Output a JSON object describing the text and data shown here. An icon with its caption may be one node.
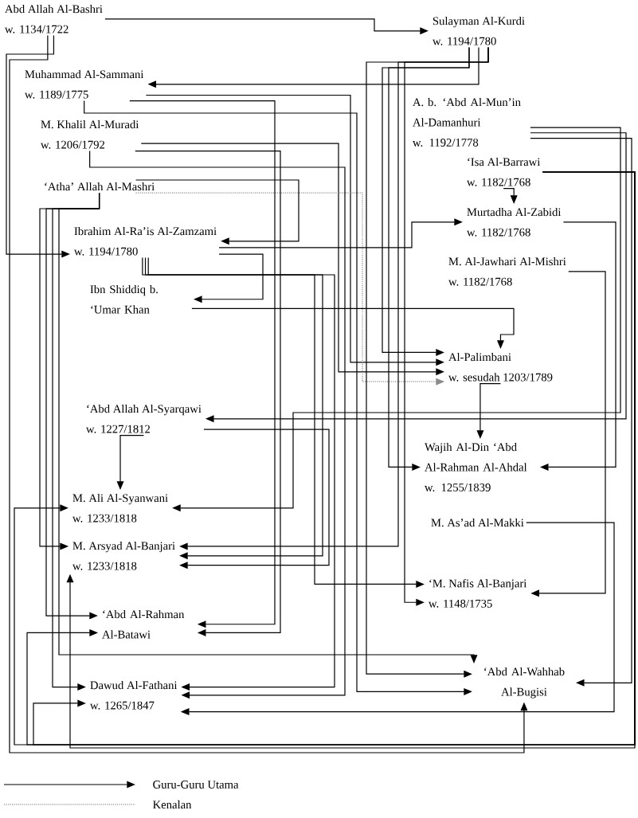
{
  "diagram": {
    "nodes": [
      {
        "text": [
          "Abd Allah Al-Bashri",
          "w. 1134/1722"
        ]
      },
      {
        "text": [
          "Sulayman Al-Kurdi",
          "w. 1194/1780"
        ]
      },
      {
        "text": [
          "Muhammad Al-Sammani",
          "w. 1189/1775"
        ]
      },
      {
        "text": [
          "A. b. ‘Abd Al-Mun’in Al-Damanhuri",
          "w. 1192/1778"
        ]
      },
      {
        "text": [
          "M. Khalil Al-Muradi",
          "w. 1206/1792"
        ]
      },
      {
        "text": [
          "‘Isa Al-Barrawi",
          "w. 1182/1768"
        ]
      },
      {
        "text": [
          "‘Atha’ Allah Al-Mashri"
        ]
      },
      {
        "text": [
          "Murtadha Al-Zabidi",
          "w. 1182/1768"
        ]
      },
      {
        "text": [
          "Ibrahim Al-Ra’is Al-Zamzami",
          "w. 1194/1780"
        ]
      },
      {
        "text": [
          "M. Al-Jawhari Al-Mishri",
          "w. 1182/1768"
        ]
      },
      {
        "text": [
          "Ibn Shiddiq b. ‘Umar Khan"
        ]
      },
      {
        "text": [
          "Al-Palimbani",
          "w. sesudah 1203/1789"
        ]
      },
      {
        "text": [
          "‘Abd Allah Al-Syarqawi",
          "w. 1227/1812"
        ]
      },
      {
        "text": [
          "Wajih Al-Din ‘Abd Al-Rahman Al-Ahdal",
          "w. 1255/1839"
        ]
      },
      {
        "text": [
          "M. Ali Al-Syanwani",
          "w. 1233/1818"
        ]
      },
      {
        "text": [
          "M. As’ad Al-Makki"
        ]
      },
      {
        "text": [
          "M. Arsyad Al-Banjari",
          "w. 1233/1818"
        ]
      },
      {
        "text": [
          "‘M. Nafis Al-Banjari",
          "w. 1148/1735"
        ]
      },
      {
        "text": [
          "‘Abd Al-Rahman Al-Batawi"
        ]
      },
      {
        "text": [
          "‘Abd Al-Wahhab Al-Bugisi"
        ]
      },
      {
        "text": [
          "Dawud Al-Fathani",
          "w. 1265/1847"
        ]
      }
    ],
    "edges": [
      {
        "from": 0,
        "to": 1,
        "arrow": "to"
      },
      {
        "from": 0,
        "to": 8,
        "arrow": "to"
      },
      {
        "from": 1,
        "to": 2,
        "arrow": "to"
      },
      {
        "from": 1,
        "to": 11,
        "arrow": "to"
      },
      {
        "from": 2,
        "to": 11,
        "arrow": "to"
      },
      {
        "from": 4,
        "to": 11,
        "arrow": "to"
      },
      {
        "from": 6,
        "to": 11,
        "arrow": "to",
        "style": "dashed",
        "color": "#8c8c8c"
      },
      {
        "from": 6,
        "to": 8,
        "arrow": "to"
      },
      {
        "from": 3,
        "to": 12,
        "arrow": "to"
      },
      {
        "from": 5,
        "to": 7,
        "arrow": "to"
      },
      {
        "from": 7,
        "to": 13,
        "arrow": "to"
      },
      {
        "from": 8,
        "to": 7,
        "arrow": "to"
      },
      {
        "from": 8,
        "to": 10,
        "arrow": "to"
      },
      {
        "from": 10,
        "to": 11,
        "arrow": "to"
      },
      {
        "from": 9,
        "to": 17,
        "arrow": "to"
      },
      {
        "from": 11,
        "to": 13,
        "arrow": "to"
      },
      {
        "from": 12,
        "to": 14,
        "arrow": "to"
      },
      {
        "from": 3,
        "to": 14,
        "arrow": "to"
      },
      {
        "from": 12,
        "to": 16,
        "arrow": "to"
      },
      {
        "from": 15,
        "to": 20,
        "arrow": "to"
      },
      {
        "from": 3,
        "to": 19,
        "arrow": "to"
      },
      {
        "from": 0,
        "to": 19,
        "arrow": "to"
      },
      {
        "from": 6,
        "to": 16,
        "arrow": "to"
      },
      {
        "from": 6,
        "to": 18,
        "arrow": "to"
      },
      {
        "from": 6,
        "to": 20,
        "arrow": "to"
      },
      {
        "from": 5,
        "to": 14,
        "arrow": "to"
      },
      {
        "from": 5,
        "to": 16,
        "arrow": "to"
      },
      {
        "from": 5,
        "to": 18,
        "arrow": "to"
      },
      {
        "from": 5,
        "to": 20,
        "arrow": "to"
      },
      {
        "from": 1,
        "to": 13,
        "arrow": "to"
      },
      {
        "from": 1,
        "to": 16,
        "arrow": "to"
      },
      {
        "from": 8,
        "to": 16,
        "arrow": "to"
      },
      {
        "from": 2,
        "to": 18,
        "arrow": "to"
      },
      {
        "from": 4,
        "to": 18,
        "arrow": "to"
      },
      {
        "from": 8,
        "to": 17,
        "arrow": "to"
      },
      {
        "from": 1,
        "to": 17,
        "arrow": "to"
      },
      {
        "from": 1,
        "to": 19,
        "arrow": "to"
      },
      {
        "from": 2,
        "to": 19,
        "arrow": "to"
      },
      {
        "from": 8,
        "to": 20,
        "arrow": "to"
      },
      {
        "from": 4,
        "to": 20,
        "arrow": "to"
      },
      {
        "from": 6,
        "to": 19,
        "arrow": "to"
      }
    ],
    "legend": [
      {
        "text": "Guru-Guru Utama"
      },
      {
        "text": "Kenalan"
      }
    ]
  }
}
